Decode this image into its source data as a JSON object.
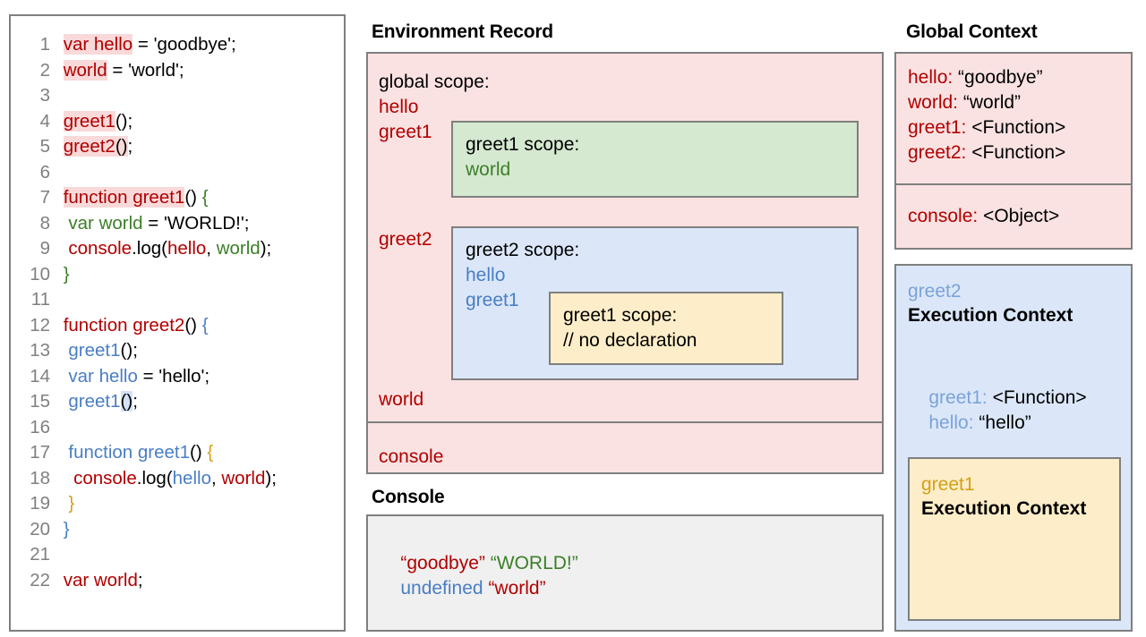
{
  "code_panel": {
    "lines": [
      {
        "num": "1",
        "tokens": [
          {
            "t": " ",
            "c": "black"
          },
          {
            "t": "var hello",
            "c": "red",
            "hl": "red"
          },
          {
            "t": " = 'goodbye';",
            "c": "black"
          }
        ]
      },
      {
        "num": "2",
        "tokens": [
          {
            "t": " ",
            "c": "black"
          },
          {
            "t": "world",
            "c": "red",
            "hl": "red"
          },
          {
            "t": " = 'world';",
            "c": "black"
          }
        ]
      },
      {
        "num": "3",
        "tokens": []
      },
      {
        "num": "4",
        "tokens": [
          {
            "t": " ",
            "c": "black"
          },
          {
            "t": "greet1",
            "c": "red",
            "hl": "red"
          },
          {
            "t": "();",
            "c": "black"
          }
        ]
      },
      {
        "num": "5",
        "tokens": [
          {
            "t": " ",
            "c": "black"
          },
          {
            "t": "greet2",
            "c": "red",
            "hl": "red"
          },
          {
            "t": "()",
            "c": "black",
            "hl": "red"
          },
          {
            "t": ";",
            "c": "black"
          }
        ]
      },
      {
        "num": "6",
        "tokens": []
      },
      {
        "num": "7",
        "tokens": [
          {
            "t": " ",
            "c": "black"
          },
          {
            "t": "function greet1",
            "c": "red",
            "hl": "red"
          },
          {
            "t": "() ",
            "c": "black"
          },
          {
            "t": "{",
            "c": "green"
          }
        ]
      },
      {
        "num": "8",
        "tokens": [
          {
            "t": "  ",
            "c": "black"
          },
          {
            "t": "var world",
            "c": "green"
          },
          {
            "t": " = 'WORLD!';",
            "c": "black"
          }
        ]
      },
      {
        "num": "9",
        "tokens": [
          {
            "t": "  ",
            "c": "black"
          },
          {
            "t": "console",
            "c": "red"
          },
          {
            "t": ".log(",
            "c": "black"
          },
          {
            "t": "hello",
            "c": "red"
          },
          {
            "t": ", ",
            "c": "black"
          },
          {
            "t": "world",
            "c": "green"
          },
          {
            "t": ");",
            "c": "black"
          }
        ]
      },
      {
        "num": "10",
        "tokens": [
          {
            "t": " ",
            "c": "black"
          },
          {
            "t": "}",
            "c": "green"
          }
        ]
      },
      {
        "num": "11",
        "tokens": []
      },
      {
        "num": "12",
        "tokens": [
          {
            "t": " ",
            "c": "black"
          },
          {
            "t": "function greet2",
            "c": "red"
          },
          {
            "t": "() ",
            "c": "black"
          },
          {
            "t": "{",
            "c": "blue"
          }
        ]
      },
      {
        "num": "13",
        "tokens": [
          {
            "t": "  ",
            "c": "black"
          },
          {
            "t": "greet1",
            "c": "blue"
          },
          {
            "t": "();",
            "c": "black"
          }
        ]
      },
      {
        "num": "14",
        "tokens": [
          {
            "t": "  ",
            "c": "black"
          },
          {
            "t": "var hello",
            "c": "blue"
          },
          {
            "t": " = 'hello';",
            "c": "black"
          }
        ]
      },
      {
        "num": "15",
        "tokens": [
          {
            "t": "  ",
            "c": "black"
          },
          {
            "t": "greet1",
            "c": "blue"
          },
          {
            "t": "()",
            "c": "black",
            "hl": "blue"
          },
          {
            "t": ";",
            "c": "black"
          }
        ]
      },
      {
        "num": "16",
        "tokens": []
      },
      {
        "num": "17",
        "tokens": [
          {
            "t": "  ",
            "c": "black"
          },
          {
            "t": "function greet1",
            "c": "blue"
          },
          {
            "t": "() ",
            "c": "black"
          },
          {
            "t": "{",
            "c": "yellow"
          }
        ]
      },
      {
        "num": "18",
        "tokens": [
          {
            "t": "   ",
            "c": "black"
          },
          {
            "t": "console",
            "c": "red"
          },
          {
            "t": ".log(",
            "c": "black"
          },
          {
            "t": "hello",
            "c": "blue"
          },
          {
            "t": ", ",
            "c": "black"
          },
          {
            "t": "world",
            "c": "red"
          },
          {
            "t": ");",
            "c": "black"
          }
        ]
      },
      {
        "num": "19",
        "tokens": [
          {
            "t": "  ",
            "c": "black"
          },
          {
            "t": "}",
            "c": "yellow"
          }
        ]
      },
      {
        "num": "20",
        "tokens": [
          {
            "t": " ",
            "c": "black"
          },
          {
            "t": "}",
            "c": "blue"
          }
        ]
      },
      {
        "num": "21",
        "tokens": []
      },
      {
        "num": "22",
        "tokens": [
          {
            "t": " ",
            "c": "black"
          },
          {
            "t": "var world",
            "c": "red"
          },
          {
            "t": ";",
            "c": "black"
          }
        ]
      }
    ]
  },
  "environment_record": {
    "title": "Environment Record",
    "global_scope_heading": "global scope:",
    "global_entries_before_greet1": "hello",
    "greet1_binding": "greet1",
    "greet2_binding": "greet2",
    "world_binding": "world",
    "console_binding": "console",
    "greet1_scope": {
      "heading": "greet1 scope:",
      "entry": "world"
    },
    "greet2_scope": {
      "heading": "greet2 scope:",
      "entry_hello": "hello",
      "entry_greet1": "greet1",
      "inner_greet1_scope": {
        "heading": "greet1 scope:",
        "note": "// no declaration"
      }
    }
  },
  "console": {
    "title": "Console",
    "line1_part1": "“goodbye” ",
    "line1_part2": "“WORLD!”",
    "line2_part1": "undefined ",
    "line2_part2": "“world”"
  },
  "global_context": {
    "title": "Global Context",
    "vars": [
      {
        "key": "hello: ",
        "value": "“goodbye”"
      },
      {
        "key": "world: ",
        "value": "“world”"
      },
      {
        "key": "greet1: ",
        "value": "<Function>"
      },
      {
        "key": "greet2: ",
        "value": "<Function>"
      }
    ],
    "objects": [
      {
        "key": "console: ",
        "value": "<Object>"
      }
    ]
  },
  "greet2_execution_context": {
    "name": "greet2",
    "heading": "Execution Context",
    "rows": [
      {
        "key": "greet1: ",
        "value": "<Function>"
      },
      {
        "key": "hello: ",
        "value": "“hello”"
      }
    ],
    "greet1_execution_context": {
      "name": "greet1",
      "heading": "Execution Context"
    }
  },
  "colors": {
    "global_red_text": "#b00000",
    "global_red_fill": "#fbe2e2",
    "greet1_green_text": "#3c7f28",
    "greet1_green_fill": "#d5e8d0",
    "greet2_blue_text": "#4a7ec4",
    "greet2_blue_fill": "#dbe7f9",
    "greet1_inner_yellow_text": "#d4a017",
    "greet1_inner_yellow_fill": "#fdeec9",
    "console_fill": "#f0f0f0",
    "border": "#7f7f7f",
    "line_number": "#808080"
  }
}
